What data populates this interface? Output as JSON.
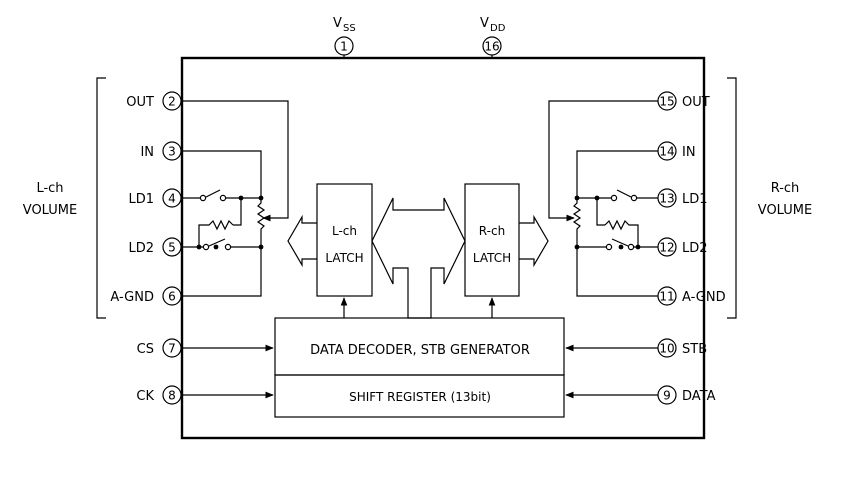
{
  "diagram": {
    "top_pins": {
      "vss": {
        "label_main": "V",
        "label_sub": "SS",
        "number": "1"
      },
      "vdd": {
        "label_main": "V",
        "label_sub": "DD",
        "number": "16"
      }
    },
    "left_pins": [
      {
        "label": "OUT",
        "number": "2"
      },
      {
        "label": "IN",
        "number": "3"
      },
      {
        "label": "LD1",
        "number": "4"
      },
      {
        "label": "LD2",
        "number": "5"
      },
      {
        "label": "A-GND",
        "number": "6"
      },
      {
        "label": "CS",
        "number": "7"
      },
      {
        "label": "CK",
        "number": "8"
      }
    ],
    "right_pins": [
      {
        "label": "OUT",
        "number": "15"
      },
      {
        "label": "IN",
        "number": "14"
      },
      {
        "label": "LD1",
        "number": "13"
      },
      {
        "label": "LD2",
        "number": "12"
      },
      {
        "label": "A-GND",
        "number": "11"
      },
      {
        "label": "STB",
        "number": "10"
      },
      {
        "label": "DATA",
        "number": "9"
      }
    ],
    "groups": {
      "left": {
        "line1": "L-ch",
        "line2": "VOLUME"
      },
      "right": {
        "line1": "R-ch",
        "line2": "VOLUME"
      }
    },
    "blocks": {
      "l_latch": {
        "line1": "L-ch",
        "line2": "LATCH"
      },
      "r_latch": {
        "line1": "R-ch",
        "line2": "LATCH"
      },
      "decoder": "DATA DECODER, STB GENERATOR",
      "shift_register": "SHIFT REGISTER (13bit)"
    }
  }
}
